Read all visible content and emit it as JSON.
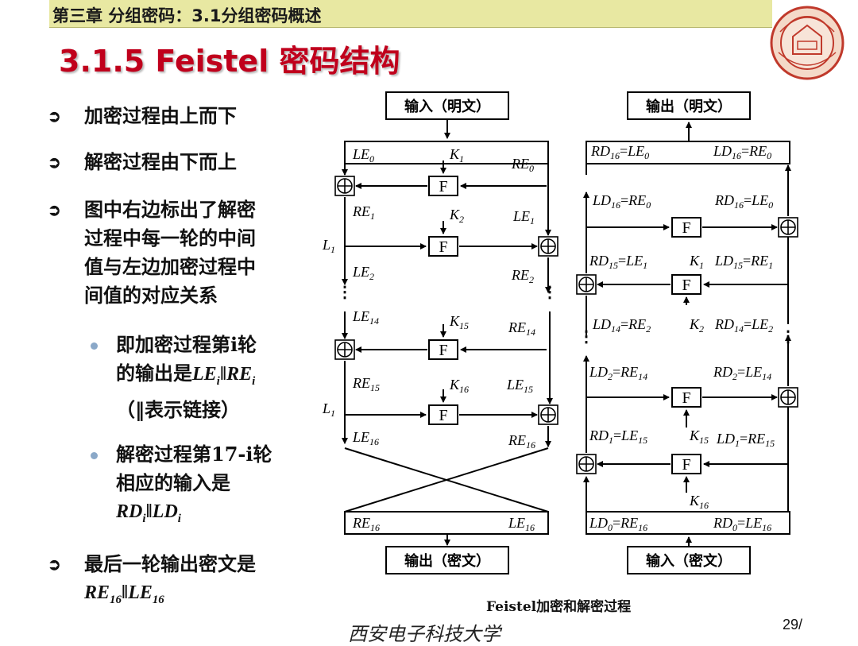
{
  "header": {
    "chapter": "第三章 分组密码：3.1分组密码概述",
    "title": "3.1.5 Feistel 密码结构"
  },
  "bullets": [
    {
      "text": "加密过程由上而下"
    },
    {
      "text": "解密过程由下而上"
    },
    {
      "lines": [
        "图中右边标出了解密",
        "过程中每一轮的中间",
        "值与左边加密过程中",
        "间值的对应关系"
      ]
    }
  ],
  "sub_bullets": [
    {
      "line1": "即加密过程第i轮",
      "line2_pre": "的输出是",
      "line3": "（‖表示链接）"
    },
    {
      "line1": "解密过程第17-i轮",
      "line2": "相应的输入是"
    }
  ],
  "last_bullet": {
    "text": "最后一轮输出密文是"
  },
  "diagram": {
    "enc_input": "输入（明文）",
    "enc_output": "输出（密文）",
    "dec_output": "输出（明文）",
    "dec_input": "输入（密文）",
    "f_label": "F",
    "vdots": "⋮",
    "caption": "Feistel加密和解密过程"
  },
  "footer": {
    "university": "西安电子科技大学",
    "page": "29/"
  },
  "colors": {
    "chapter_bar": "#e8e8a2",
    "title": "#c0001c",
    "seal": "#c0392b",
    "sub_bullet_dot": "#8aa8c8"
  }
}
